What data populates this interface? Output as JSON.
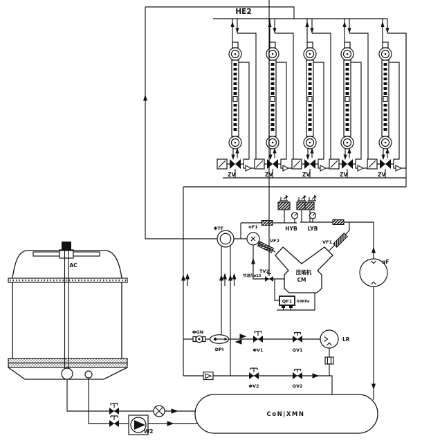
{
  "diagram": {
    "type": "refrigeration-piping-instrumentation-diagram",
    "labels": {
      "he2": "HE2",
      "zv": "ZV",
      "four_way_valve": "ΦTF",
      "oil_separator": "oF1",
      "hyb": "HYB",
      "lyb": "LYB",
      "vf1": "VF1",
      "vf2": "VF2",
      "tv2": "TV2",
      "tv2_note": "节流孔ø13",
      "compressor_cn": "压缩机",
      "compressor_id": "CM",
      "qf1": "QF1",
      "qf1_pressure": "69KPa",
      "fan": "qF",
      "gn_fitting": "ΦGN",
      "dpi": "DPI",
      "valve_v1": "ΦV1",
      "valve_qv1": "QV1",
      "valve_v2": "ΦV2",
      "valve_qv2": "QV2",
      "level_gauge": "LR",
      "cooling_tower": "AC",
      "water_pump": "W2",
      "condenser": "CoN|XMN"
    },
    "colors": {
      "line": "#111111",
      "background": "#ffffff"
    }
  }
}
